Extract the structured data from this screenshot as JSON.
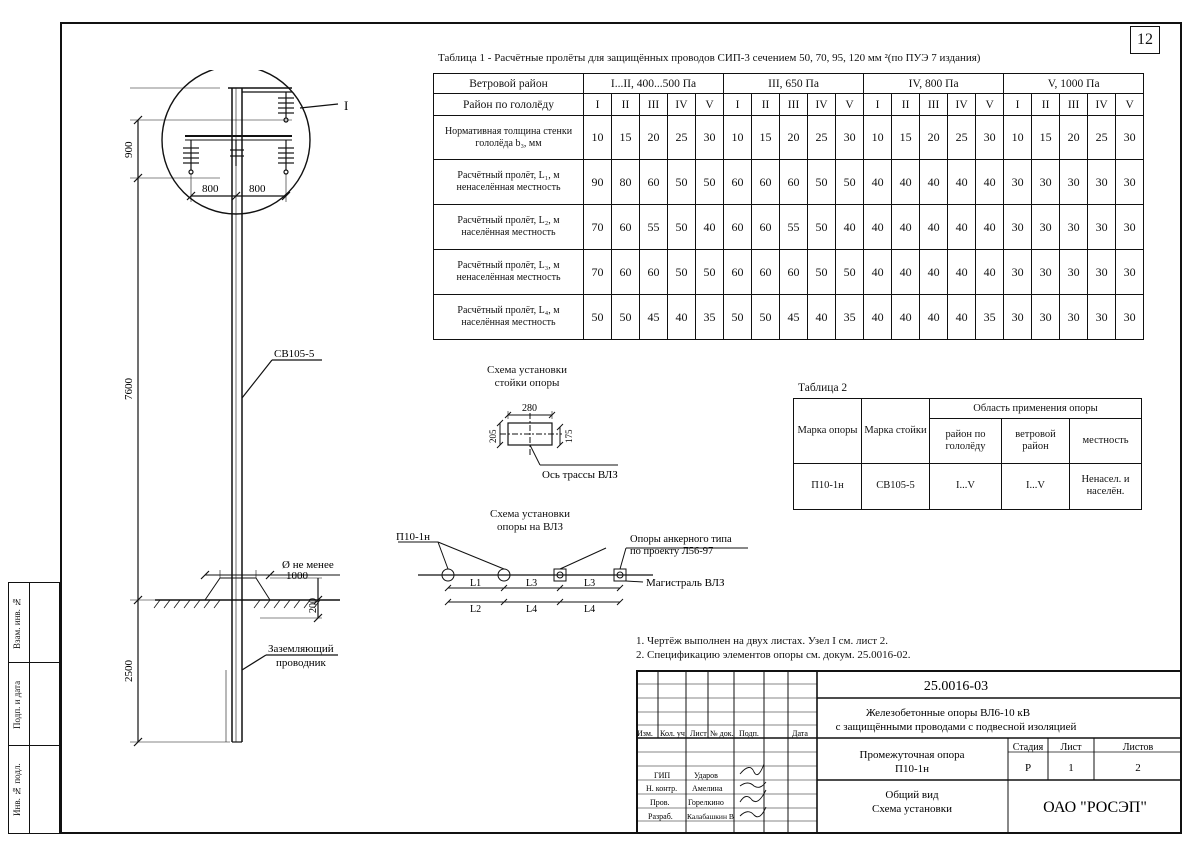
{
  "page_number": "12",
  "table1": {
    "title": "Таблица 1 - Расчётные пролёты для защищённых проводов СИП-3 сечением 50, 70, 95, 120 мм ²(по ПУЭ 7 издания)",
    "wind_label": "Ветровой район",
    "ice_label": "Район по гололёду",
    "wind_regions": [
      "I...II, 400...500 Па",
      "III, 650 Па",
      "IV, 800 Па",
      "V, 1000 Па"
    ],
    "ice_regions": [
      "I",
      "II",
      "III",
      "IV",
      "V"
    ],
    "rows": [
      {
        "label": "Нормативная толщина стенки гололёда b₃, мм",
        "values": [
          "10",
          "15",
          "20",
          "25",
          "30",
          "10",
          "15",
          "20",
          "25",
          "30",
          "10",
          "15",
          "20",
          "25",
          "30",
          "10",
          "15",
          "20",
          "25",
          "30"
        ]
      },
      {
        "label": "Расчётный пролёт, L₁, м ненаселённая местность",
        "values": [
          "90",
          "80",
          "60",
          "50",
          "50",
          "60",
          "60",
          "60",
          "50",
          "50",
          "40",
          "40",
          "40",
          "40",
          "40",
          "30",
          "30",
          "30",
          "30",
          "30"
        ]
      },
      {
        "label": "Расчётный пролёт, L₂, м населённая местность",
        "values": [
          "70",
          "60",
          "55",
          "50",
          "40",
          "60",
          "60",
          "55",
          "50",
          "40",
          "40",
          "40",
          "40",
          "40",
          "40",
          "30",
          "30",
          "30",
          "30",
          "30"
        ]
      },
      {
        "label": "Расчётный пролёт, L₃, м ненаселённая местность",
        "values": [
          "70",
          "60",
          "60",
          "50",
          "50",
          "60",
          "60",
          "60",
          "50",
          "50",
          "40",
          "40",
          "40",
          "40",
          "40",
          "30",
          "30",
          "30",
          "30",
          "30"
        ]
      },
      {
        "label": "Расчётный пролёт, L₄, м населённая местность",
        "values": [
          "50",
          "50",
          "45",
          "40",
          "35",
          "50",
          "50",
          "45",
          "40",
          "35",
          "40",
          "40",
          "40",
          "40",
          "35",
          "30",
          "30",
          "30",
          "30",
          "30"
        ]
      }
    ]
  },
  "table2": {
    "title": "Таблица 2",
    "col_pole_mark": "Марка опоры",
    "col_rack_mark": "Марка стойки",
    "col_area": "Область применения опоры",
    "col_ice": "район по гололёду",
    "col_wind": "ветровой район",
    "col_terrain": "местность",
    "row": {
      "pole": "П10-1н",
      "rack": "СВ105-5",
      "ice": "I...V",
      "wind": "I...V",
      "terrain": "Ненасел. и населён."
    }
  },
  "drawing": {
    "node_label": "I",
    "dim_900": "900",
    "dim_800_left": "800",
    "dim_800_right": "800",
    "dim_7600": "7600",
    "dim_2500": "2500",
    "dim_200": "200",
    "dim_1000": "1000",
    "dia_label": "Ø не менее",
    "rack_label": "СВ105-5",
    "ground_label_1": "Заземляющий",
    "ground_label_2": "проводник"
  },
  "scheme_rack": {
    "title_1": "Схема установки",
    "title_2": "стойки опоры",
    "dim_280": "280",
    "dim_205": "205",
    "dim_175": "175",
    "axis_label": "Ось трассы ВЛЗ"
  },
  "scheme_vlz": {
    "title_1": "Схема установки",
    "title_2": "опоры на ВЛЗ",
    "pole_label": "П10-1н",
    "anchor_label_1": "Опоры анкерного типа",
    "anchor_label_2": "по проекту Л56-97",
    "main_label": "Магистраль ВЛЗ",
    "l1": "L1",
    "l2": "L2",
    "l3a": "L3",
    "l4a": "L4",
    "l3b": "L3",
    "l4b": "L4"
  },
  "notes": [
    "1. Чертёж выполнен на двух листах. Узел I см. лист 2.",
    "2. Спецификацию элементов опоры см. докум. 25.0016-02."
  ],
  "stamp": {
    "code": "25.0016-03",
    "title_1": "Железобетонные опоры ВЛ6-10 кВ",
    "title_2": "с защищёнными проводами с подвесной изоляцией",
    "col_headers": [
      "Изм.",
      "Кол. уч.",
      "Лист",
      "№ док.",
      "Подп.",
      "Дата"
    ],
    "roles": [
      "ГИП",
      "Н. контр.",
      "Пров.",
      "Разраб."
    ],
    "names": [
      "Ударов",
      "Амелина",
      "Горелкино",
      "Калабашкин В"
    ],
    "object_1": "Промежуточная опора",
    "object_2": "П10-1н",
    "stage_label": "Стадия",
    "sheet_label": "Лист",
    "sheets_label": "Листов",
    "stage": "Р",
    "sheet": "1",
    "sheets": "2",
    "doc_1": "Общий вид",
    "doc_2": "Схема установки",
    "org": "ОАО \"РОСЭП\""
  },
  "sidebar": [
    "Взам. инв. №",
    "Подп. и дата",
    "Инв. № подл."
  ]
}
